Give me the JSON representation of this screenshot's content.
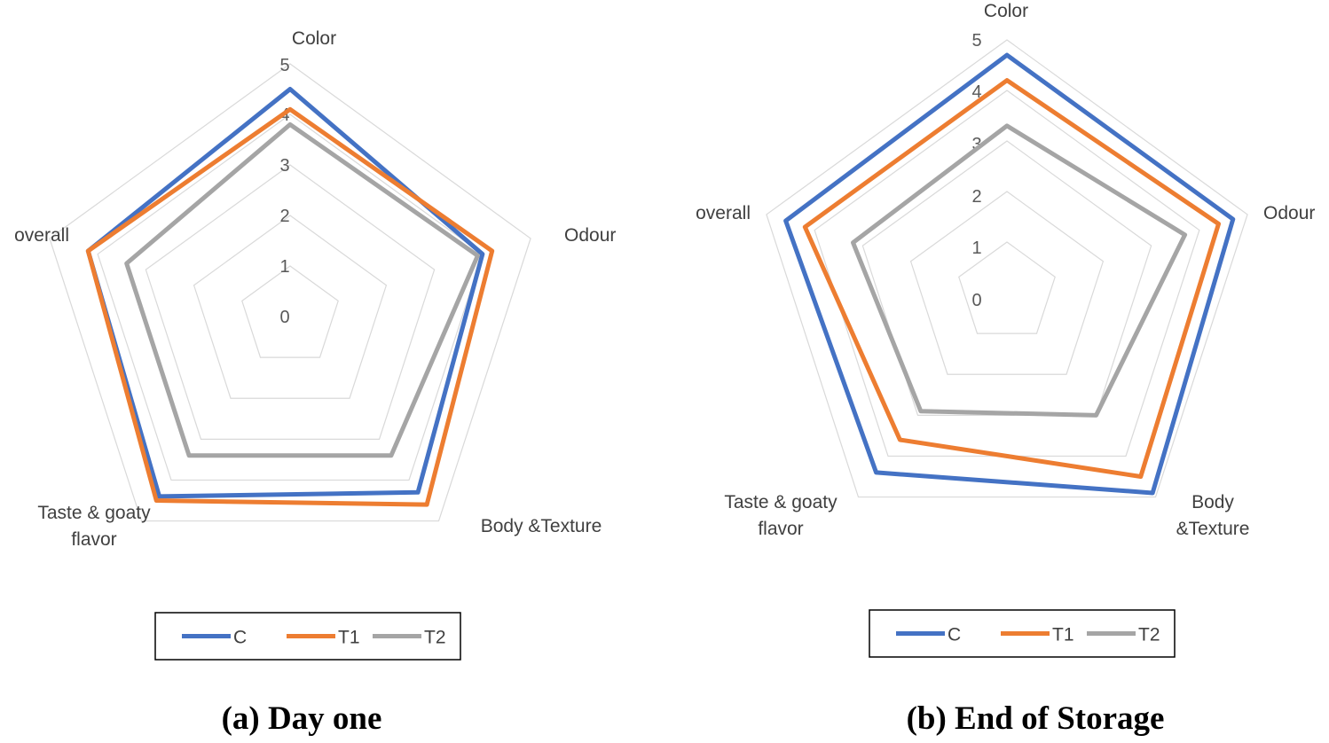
{
  "chart_data": [
    {
      "type": "radar",
      "title": "(a) Day one",
      "categories": [
        "Color",
        "Odour",
        "Body &Texture",
        "Taste & goaty flavor",
        "overall"
      ],
      "rlim": [
        0,
        5
      ],
      "ticks": [
        "0",
        "1",
        "2",
        "3",
        "4",
        "5"
      ],
      "grid": true,
      "legend_position": "bottom",
      "series": [
        {
          "name": "C",
          "color": "#4472C4",
          "values": [
            4.5,
            4.0,
            4.3,
            4.4,
            4.2
          ]
        },
        {
          "name": "T1",
          "color": "#ED7D31",
          "values": [
            4.1,
            4.2,
            4.6,
            4.5,
            4.2
          ]
        },
        {
          "name": "T2",
          "color": "#A5A5A5",
          "values": [
            3.8,
            3.9,
            3.4,
            3.4,
            3.4
          ]
        }
      ]
    },
    {
      "type": "radar",
      "title": "(b) End of Storage",
      "categories": [
        "Color",
        "Odour",
        "Body &Texture",
        "Taste & goaty flavor",
        "overall"
      ],
      "rlim": [
        0,
        5
      ],
      "ticks": [
        "0",
        "1",
        "2",
        "3",
        "4",
        "5"
      ],
      "grid": true,
      "legend_position": "bottom",
      "series": [
        {
          "name": "C",
          "color": "#4472C4",
          "values": [
            4.7,
            4.7,
            4.9,
            4.4,
            4.6
          ]
        },
        {
          "name": "T1",
          "color": "#ED7D31",
          "values": [
            4.2,
            4.4,
            4.5,
            3.6,
            4.2
          ]
        },
        {
          "name": "T2",
          "color": "#A5A5A5",
          "values": [
            3.3,
            3.7,
            3.0,
            2.9,
            3.2
          ]
        }
      ]
    }
  ],
  "axis_label_lines": [
    [
      [
        "Color"
      ],
      [
        "Odour"
      ],
      [
        "Body &Texture"
      ],
      [
        "Taste & goaty",
        "flavor"
      ],
      [
        "overall"
      ]
    ],
    [
      [
        "Color"
      ],
      [
        "Odour"
      ],
      [
        "Body",
        "&Texture"
      ],
      [
        "Taste & goaty",
        "flavor"
      ],
      [
        "overall"
      ]
    ]
  ]
}
